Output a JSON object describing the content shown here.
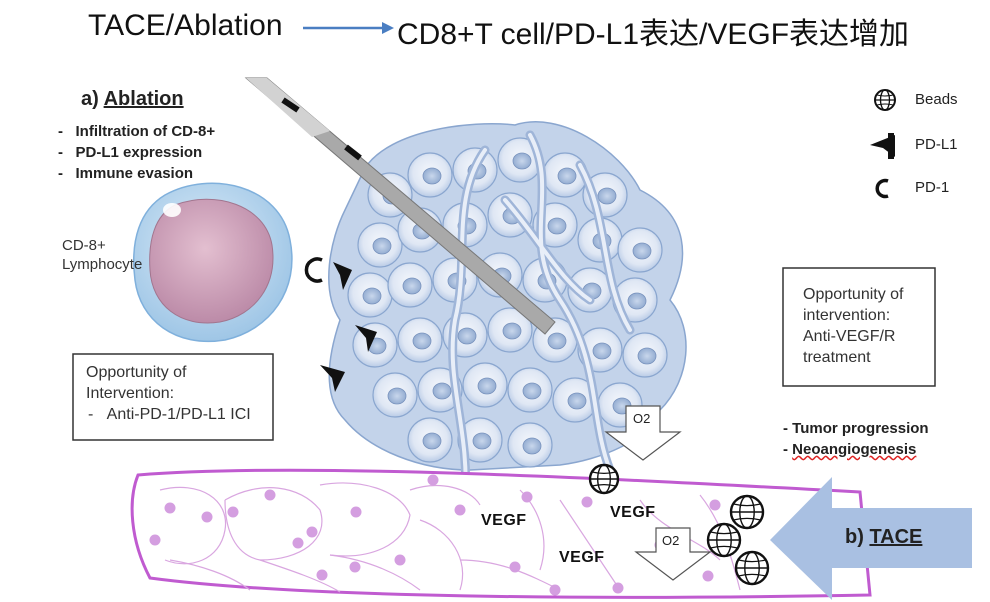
{
  "title": {
    "left": "TACE/Ablation",
    "right": "CD8+T cell/PD-L1表达/VEGF表达增加"
  },
  "ablation": {
    "prefix": "a) ",
    "label": "Ablation",
    "items": [
      "Infiltration of CD-8+",
      "PD-L1 expression",
      "Immune evasion"
    ]
  },
  "cell": {
    "label_line1": "CD-8+",
    "label_line2": "Lymphocyte"
  },
  "intervention_left": {
    "line1": "Opportunity of",
    "line2": "Intervention:",
    "line3": "Anti-PD-1/PD-L1 ICI"
  },
  "intervention_right": {
    "line1": "Opportunity of",
    "line2": "intervention:",
    "line3": "Anti-VEGF/R",
    "line4": "treatment"
  },
  "legend": {
    "beads": "Beads",
    "pdl1": "PD-L1",
    "pd1": "PD-1"
  },
  "tumor": {
    "items": [
      "Tumor progression",
      "Neoangiogenesis"
    ]
  },
  "tace": {
    "prefix": "b) ",
    "label": "TACE"
  },
  "vessel": {
    "vegf": "VEGF",
    "o2": "O2"
  },
  "colors": {
    "arrow_blue": "#4a7ec2",
    "tumor_blue": "#b9cbe6",
    "vessel_pink": "#c05bd0",
    "tace_arrow": "#a9c0e2",
    "cell_pink": "#d3a6be",
    "cell_blue": "#b8d6ee"
  }
}
